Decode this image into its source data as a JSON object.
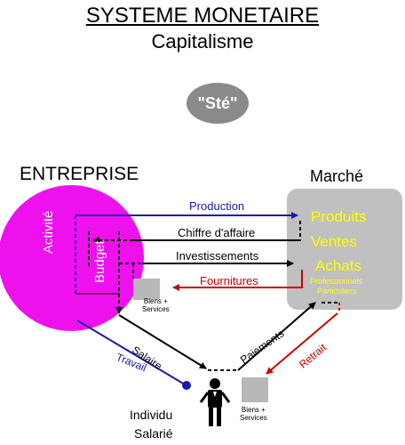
{
  "header": {
    "title": "SYSTEME MONETAIRE",
    "subtitle": "Capitalisme"
  },
  "ste_label": "\"Sté\"",
  "entreprise": {
    "label": "ENTREPRISE",
    "activite": "Activité",
    "budget": "Budget"
  },
  "marche": {
    "label": "Marché",
    "produits": "Produits",
    "ventes": "Ventes",
    "achats": "Achats",
    "professionnels": "Professionnels",
    "particuliers": "Particuliers"
  },
  "flows": {
    "production": "Production",
    "chiffre_affaire": "Chiffre d'affaire",
    "investissements": "Investissements",
    "fournitures": "Fournitures",
    "salaire": "Salaire",
    "travail": "Travail",
    "paiements": "Paiements",
    "retrait": "Retrait"
  },
  "biens_services": {
    "line1": "Biens +",
    "line2": "Services"
  },
  "individu": {
    "line1": "Individu",
    "line2": "Salarié"
  },
  "colors": {
    "entreprise": "#ee11ee",
    "marche": "#c0c0c0",
    "ste": "#8a8a8a",
    "production": "#1a1aa8",
    "fournitures": "#cc0000",
    "marche_text": "#ffff00"
  }
}
